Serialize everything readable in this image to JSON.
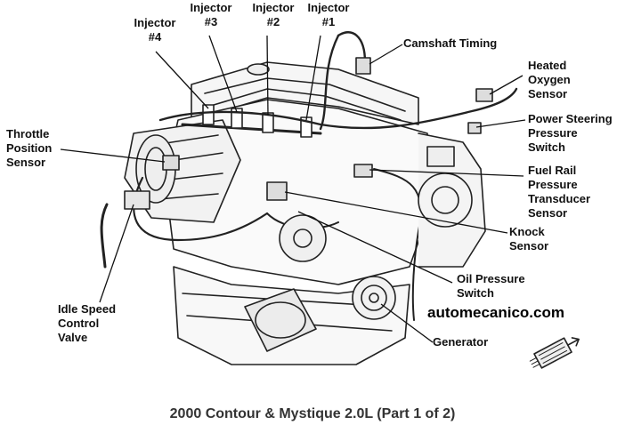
{
  "labels": {
    "injector4": [
      "Injector",
      "#4"
    ],
    "injector3": [
      "Injector",
      "#3"
    ],
    "injector2": [
      "Injector",
      "#2"
    ],
    "injector1": [
      "Injector",
      "#1"
    ],
    "camshaft_timing": "Camshaft Timing",
    "heated_oxygen_sensor": [
      "Heated",
      "Oxygen",
      "Sensor"
    ],
    "power_steering_pressure_switch": [
      "Power Steering",
      "Pressure",
      "Switch"
    ],
    "throttle_position_sensor": [
      "Throttle",
      "Position",
      "Sensor"
    ],
    "fuel_rail_pressure_transducer_sensor": [
      "Fuel Rail",
      "Pressure",
      "Transducer",
      "Sensor"
    ],
    "knock_sensor": [
      "Knock",
      "Sensor"
    ],
    "oil_pressure_switch": [
      "Oil Pressure",
      "Switch"
    ],
    "idle_speed_control_valve": [
      "Idle Speed",
      "Control",
      "Valve"
    ],
    "generator": "Generator"
  },
  "watermark": "automecanico.com",
  "caption": "2000 Contour & Mystique 2.0L (Part 1 of 2)"
}
